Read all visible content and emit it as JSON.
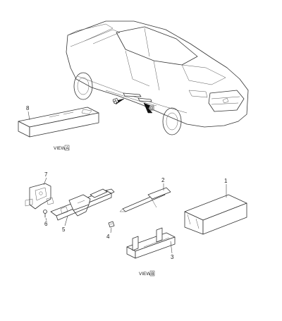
{
  "callouts": {
    "c1": "1",
    "c2": "2",
    "c3": "3",
    "c4": "4",
    "c5": "5",
    "c6": "6",
    "c7": "7",
    "c8": "8"
  },
  "views": {
    "view_a": "VIEW",
    "view_a_letter": "A",
    "view_b": "VIEW",
    "view_b_letter": "B"
  },
  "markers": {
    "a": "A",
    "b": "B"
  },
  "colors": {
    "line": "#333333",
    "fill_gray": "#e9e9e9",
    "background": "#ffffff"
  }
}
